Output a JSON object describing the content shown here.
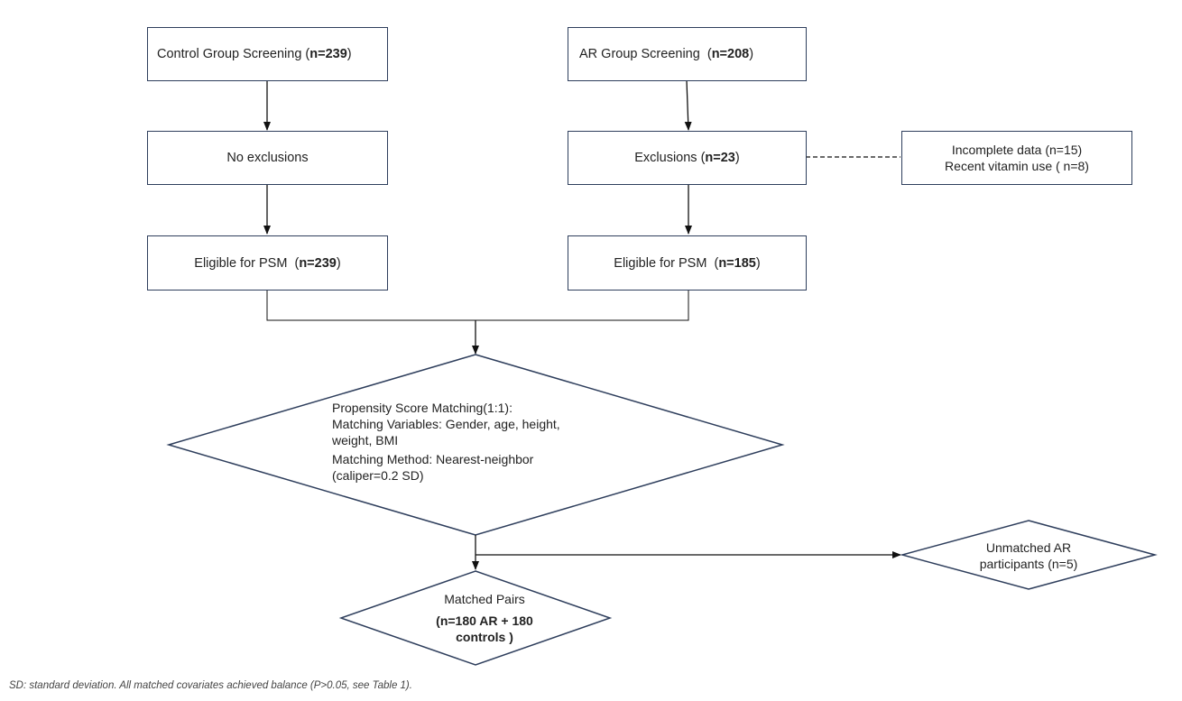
{
  "control_screening": {
    "prefix": "Control Group Screening (",
    "n": "n=239",
    "suffix": ")"
  },
  "ar_screening": {
    "prefix": "AR Group Screening  (",
    "n": "n=208",
    "suffix": ")"
  },
  "no_exclusions": {
    "label": "No exclusions"
  },
  "exclusions": {
    "prefix": "Exclusions (",
    "n": "n=23",
    "suffix": ")"
  },
  "exclusion_reasons": {
    "line1": "Incomplete data (n=15)",
    "line2": "Recent vitamin use ( n=8)"
  },
  "control_eligible": {
    "prefix": "Eligible for PSM  (",
    "n": "n=239",
    "suffix": ")"
  },
  "ar_eligible": {
    "prefix": "Eligible for PSM  (",
    "n": "n=185",
    "suffix": ")"
  },
  "psm": {
    "line1": "Propensity Score Matching(1:1):",
    "line2": "Matching Variables: Gender, age, height,",
    "line3": "weight, BMI",
    "line4": "Matching Method: Nearest-neighbor",
    "line5": "(caliper=0.2 SD)"
  },
  "unmatched": {
    "line1": "Unmatched AR",
    "line2": "participants (n=5)"
  },
  "matched": {
    "line1": "Matched Pairs",
    "line2": "(n=180 AR + 180",
    "line3": "controls )"
  },
  "footnote": "SD: standard deviation. All matched covariates achieved balance (P>0.05, see Table 1)."
}
